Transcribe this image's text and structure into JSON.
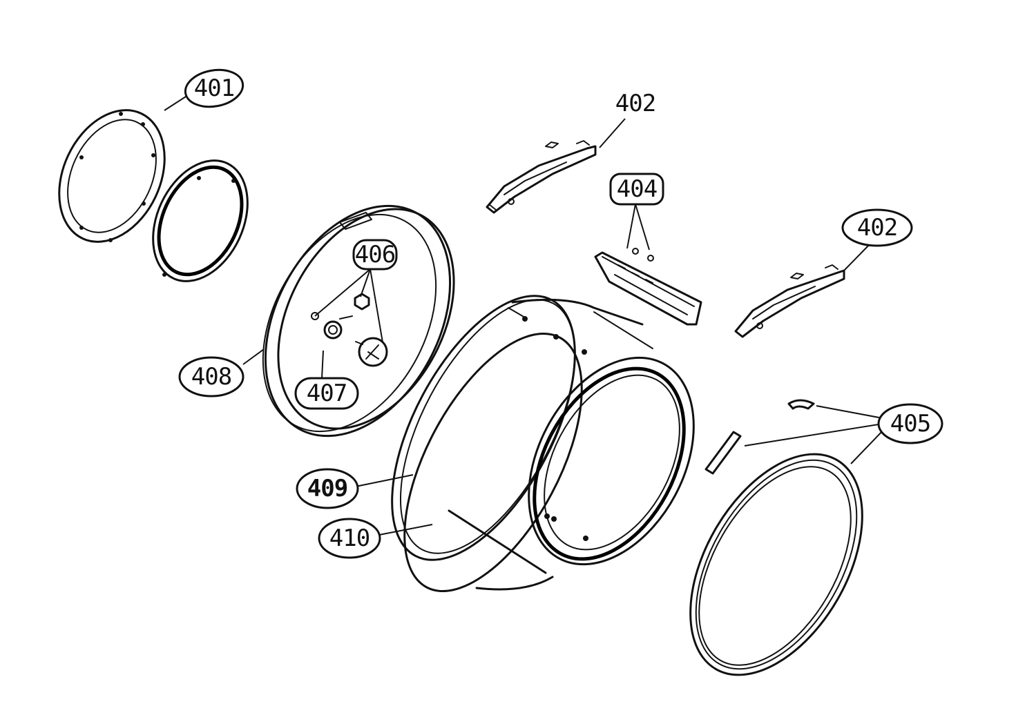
{
  "diagram": {
    "labels": {
      "p401": "401",
      "p402a": "402",
      "p402b": "402",
      "p404": "404",
      "p405": "405",
      "p406": "406",
      "p407": "407",
      "p408": "408",
      "p409": "409",
      "p410": "410"
    }
  }
}
